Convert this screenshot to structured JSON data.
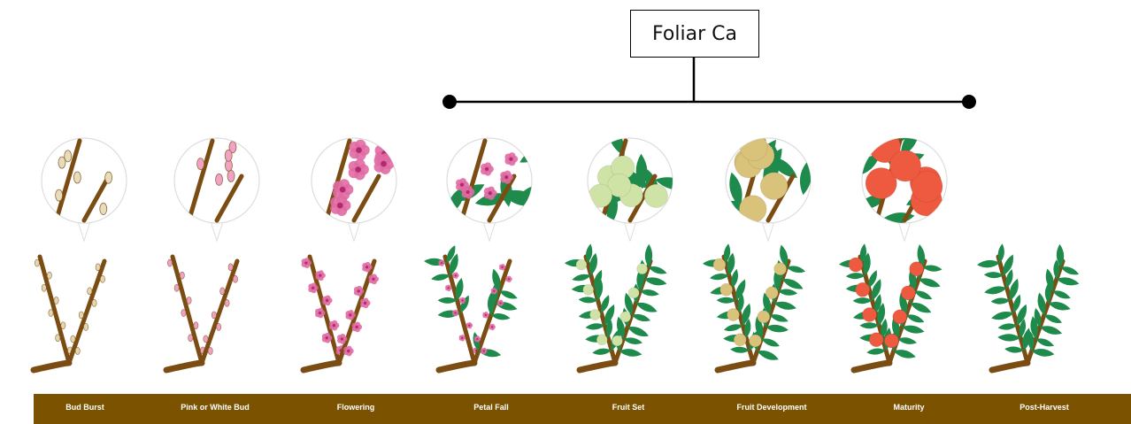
{
  "callout": {
    "label": "Foliar Ca"
  },
  "colors": {
    "band": "#7a5200",
    "branch": "#7b4d12",
    "leaf": "#1e8a4b",
    "blossom": "#e06aa3",
    "fruit_green": "#cfe3a6",
    "fruit_dev": "#d9c27a",
    "fruit_ripe": "#ee5a3f"
  },
  "stages": [
    {
      "id": "bud-burst",
      "label": "Bud Burst"
    },
    {
      "id": "pink-or-white-bud",
      "label": "Pink or White Bud"
    },
    {
      "id": "flowering",
      "label": "Flowering"
    },
    {
      "id": "petal-fall",
      "label": "Petal Fall"
    },
    {
      "id": "fruit-set",
      "label": "Fruit Set"
    },
    {
      "id": "fruit-development",
      "label": "Fruit Development"
    },
    {
      "id": "maturity",
      "label": "Maturity"
    },
    {
      "id": "post-harvest",
      "label": "Post-Harvest"
    }
  ]
}
